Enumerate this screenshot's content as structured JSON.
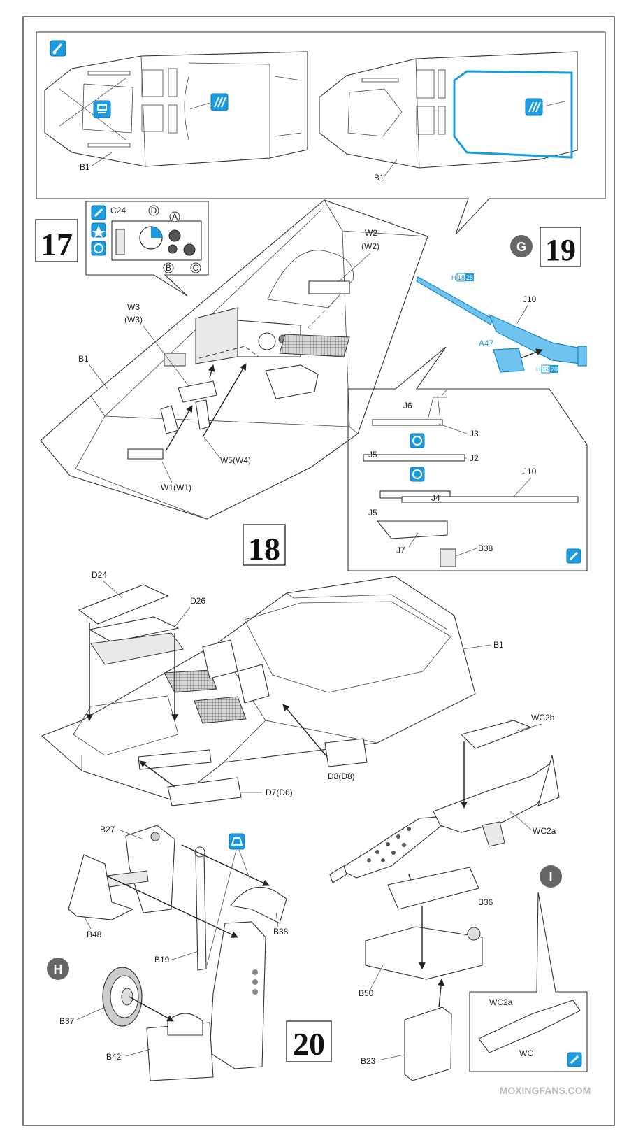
{
  "steps": {
    "s17": "17",
    "s18": "18",
    "s19": "19",
    "s20": "20"
  },
  "markers": {
    "g": "G",
    "h": "H",
    "i": "I"
  },
  "labels": {
    "b1_top_left": "B1",
    "b1_top_right": "B1",
    "c24": "C24",
    "gauge_a": "A",
    "gauge_b": "B",
    "gauge_c": "C",
    "gauge_d": "D",
    "w2": "W2",
    "w2_alt": "(W2)",
    "w3": "W3",
    "w3_alt": "(W3)",
    "b1_step18": "B1",
    "w5": "W5(W4)",
    "w1": "W1(W1)",
    "j10_top": "J10",
    "a47": "A47",
    "j6": "J6",
    "j3": "J3",
    "j5_a": "J5",
    "j2": "J2",
    "j5_b": "J5",
    "j4": "J4",
    "j10": "J10",
    "j7": "J7",
    "b38_gun": "B38",
    "d24": "D24",
    "d26": "D26",
    "b1_step20": "B1",
    "d8": "D8(D8)",
    "d7": "D7(D6)",
    "wc2b": "WC2b",
    "wc2a": "WC2a",
    "b36": "B36",
    "b50": "B50",
    "b23": "B23",
    "b27": "B27",
    "b48": "B48",
    "b19": "B19",
    "b38": "B38",
    "b37": "B37",
    "b42": "B42",
    "wc2a_inset": "WC2a",
    "wc_inset": "WC",
    "watermark": "MOXINGFANS.COM"
  },
  "callouts": {
    "h18_28_a": {
      "prefix": "H",
      "a": "18",
      "b": "28"
    },
    "h18_28_b": {
      "prefix": "H",
      "a": "18",
      "b": "28"
    }
  },
  "icons": [
    "paint-icon",
    "star-icon",
    "flip-icon",
    "decal-icon",
    "glue-icon",
    "optional-icon"
  ],
  "colors": {
    "accent": "#1b9be0",
    "ink": "#333333",
    "paper": "#ffffff"
  }
}
